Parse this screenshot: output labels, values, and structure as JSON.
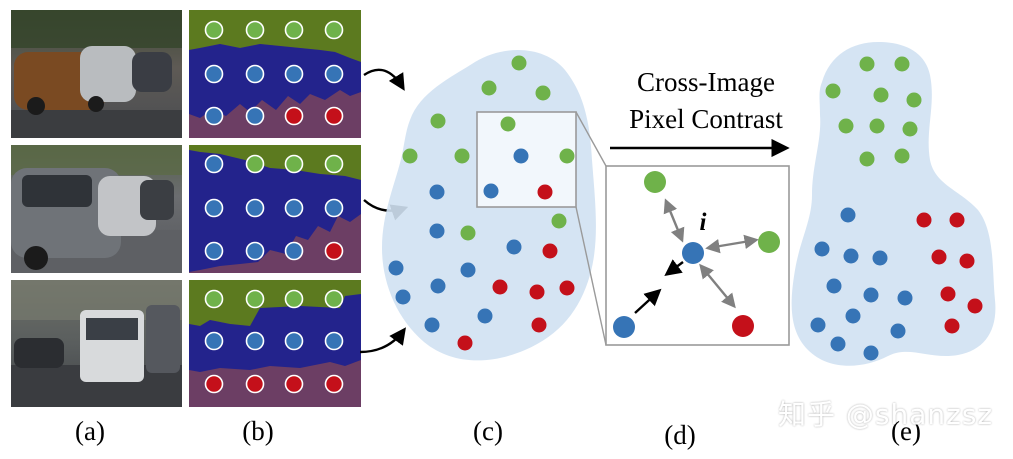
{
  "panel_labels": [
    "(a)",
    "(b)",
    "(c)",
    "(d)",
    "(e)"
  ],
  "arrow_title": [
    "Cross-Image",
    "Pixel Contrast"
  ],
  "anchor_label": "i",
  "watermark": "知乎 @shanzsz",
  "colors": {
    "green": "#6fb24a",
    "blue": "#3674b6",
    "red": "#c4101a",
    "blob": "#d0e1f2",
    "seg_sky": "#5c7a1f",
    "seg_car": "#23238c",
    "seg_road": "#6c3e64"
  }
}
